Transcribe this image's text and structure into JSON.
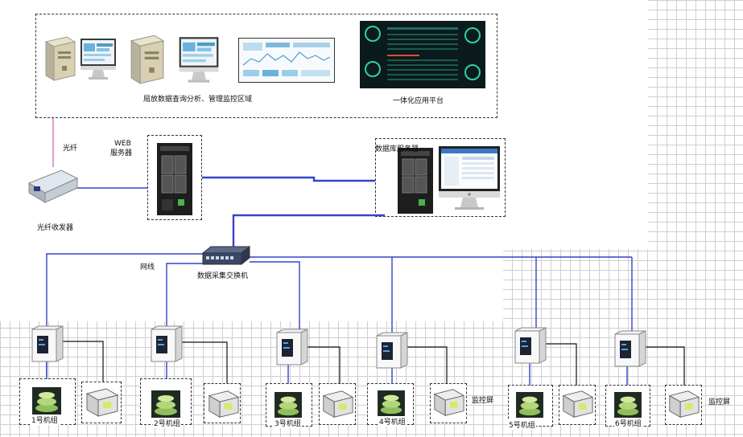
{
  "diagram": {
    "top_zone_label": "局放数据查询分析、管理监控区域",
    "platform_label": "一体化应用平台",
    "fiber_label": "光纤",
    "web_server_label_1": "WEB",
    "web_server_label_2": "服务器",
    "db_server_label": "数据库服务器",
    "transceiver_label": "光纤收发器",
    "network_cable_label": "网线",
    "switch_label": "数据采集交换机",
    "monitor_screen_label": "监控屏",
    "units": [
      {
        "label": "1号机组"
      },
      {
        "label": "2号机组"
      },
      {
        "label": "3号机组"
      },
      {
        "label": "4号机组"
      },
      {
        "label": "5号机组"
      },
      {
        "label": "6号机组"
      }
    ]
  },
  "colors": {
    "fiber_line": "#e59ad6",
    "network_line": "#3444c8",
    "signal_line": "#111111",
    "dashed_border": "#333333"
  }
}
